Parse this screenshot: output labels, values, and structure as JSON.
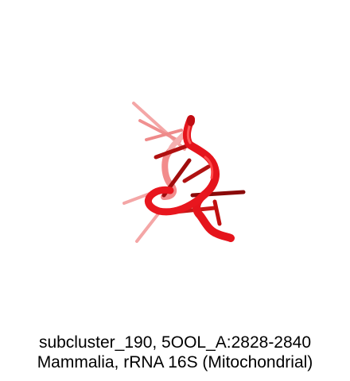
{
  "caption": {
    "line1": "subcluster_190, 5OOL_A:2828-2840",
    "line2": "Mammalia, rRNA 16S (Mitochondrial)"
  },
  "colors": {
    "background": "#ffffff",
    "backbone_front": "#e8141c",
    "backbone_back": "#f07a7a",
    "base_front": "#c01010",
    "base_dark": "#8a0a0a",
    "base_faded": "#f4a0a0",
    "caption_text": "#000000"
  },
  "image": {
    "subject": "rna-cartoon-structure"
  }
}
